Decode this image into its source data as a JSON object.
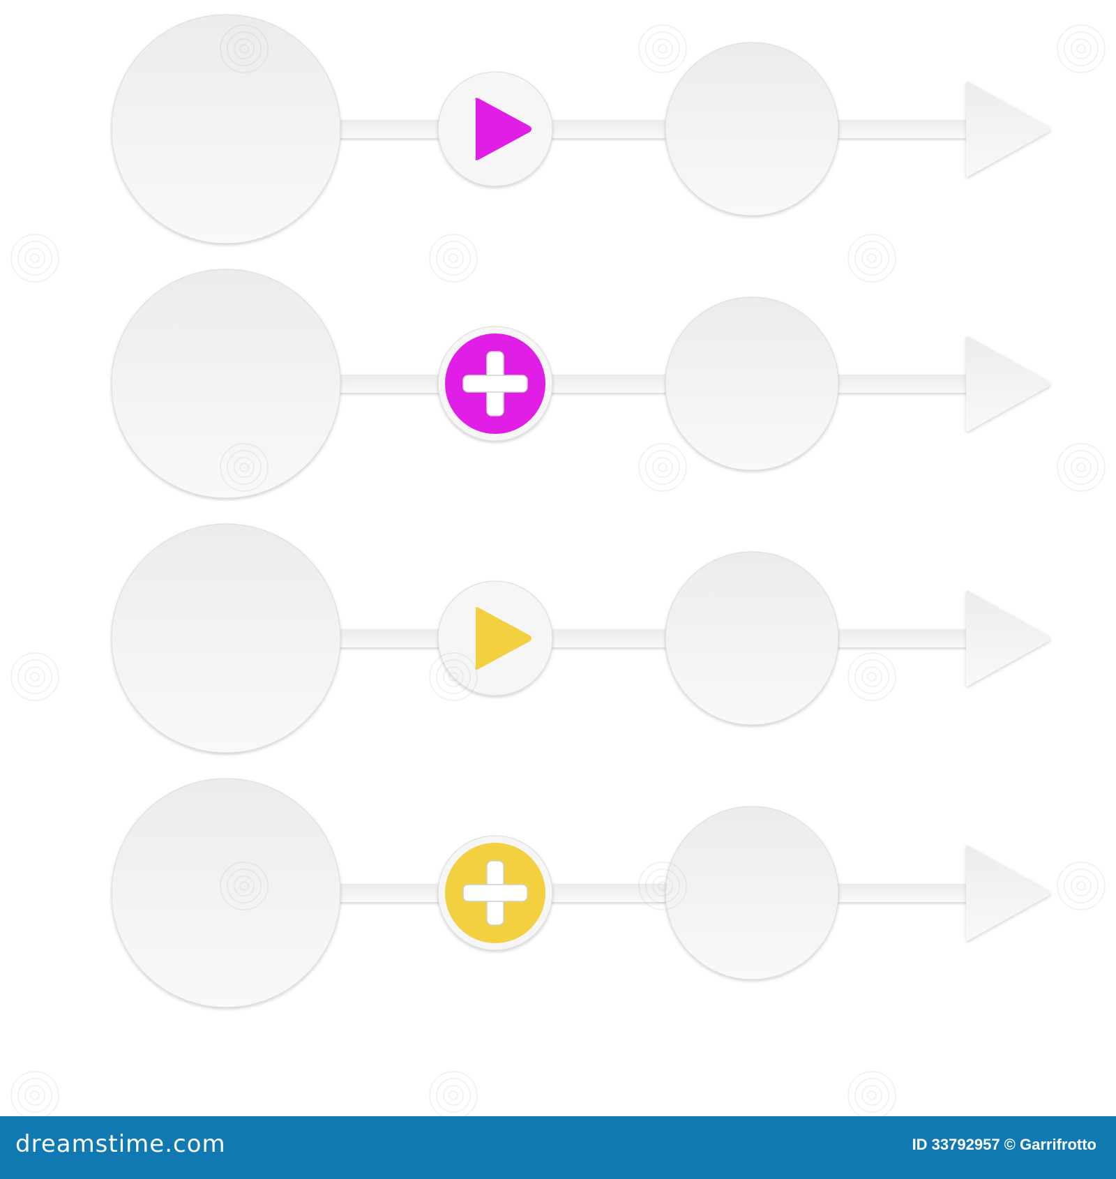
{
  "colors": {
    "background": "#ffffff",
    "shape_fill": "#f0f0f0",
    "shape_edge": "#dcdcdc",
    "magenta": "#e01ee6",
    "yellow": "#f3d03f",
    "footer": "#1079b2"
  },
  "rows": [
    {
      "badge_icon": "play-icon",
      "badge_style": "outline",
      "accent": "#e01ee6"
    },
    {
      "badge_icon": "plus-icon",
      "badge_style": "filled",
      "accent": "#e01ee6"
    },
    {
      "badge_icon": "play-icon",
      "badge_style": "outline",
      "accent": "#f3d03f"
    },
    {
      "badge_icon": "plus-icon",
      "badge_style": "filled",
      "accent": "#f3d03f"
    }
  ],
  "footer": {
    "brand": "dreamstime.com",
    "credit": "ID 33792957 © Garrifrotto"
  }
}
